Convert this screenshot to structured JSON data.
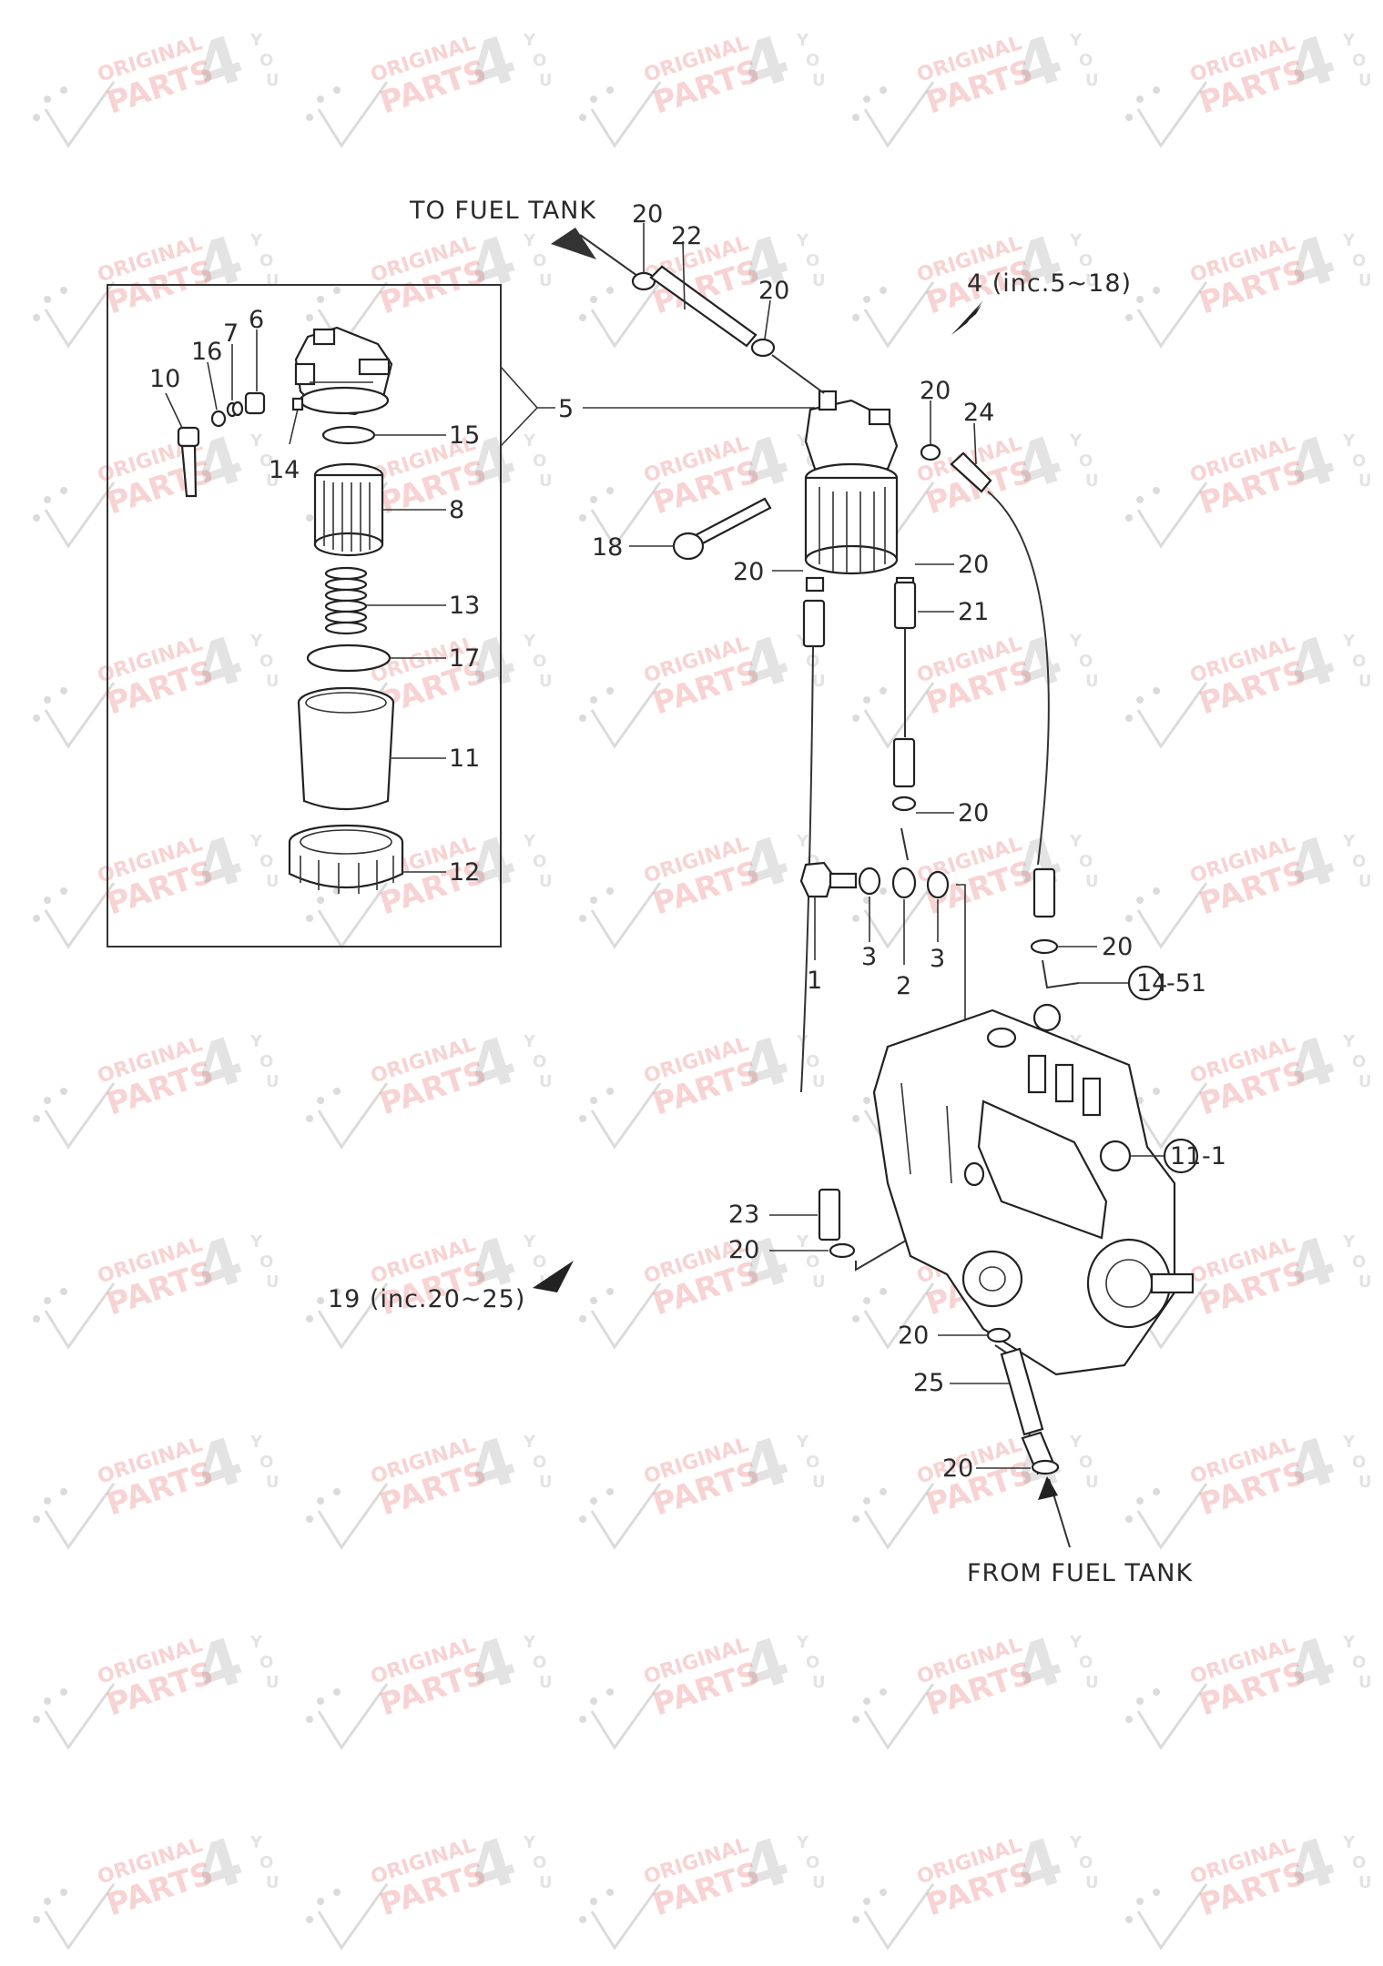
{
  "notes": {
    "to_tank": "TO FUEL TANK",
    "from_tank": "FROM FUEL TANK",
    "group_4": "4 (inc.5~18)",
    "group_19": "19 (inc.20~25)"
  },
  "labels": {
    "p1": "1",
    "p2": "2",
    "p3a": "3",
    "p3b": "3",
    "p5": "5",
    "p6": "6",
    "p7": "7",
    "p8": "8",
    "p10": "10",
    "p11": "11",
    "p12": "12",
    "p13": "13",
    "p14": "14",
    "p15": "15",
    "p16": "16",
    "p17": "17",
    "p18": "18",
    "p20": "20",
    "p21": "21",
    "p22": "22",
    "p23": "23",
    "p24": "24",
    "p25": "25",
    "ref_a": "14",
    "ref_a_suffix": "-51",
    "ref_b": "11",
    "ref_b_suffix": "-1"
  },
  "watermark": {
    "line1": "ORIGINAL",
    "line2": "PARTS",
    "num": "4",
    "y": "Y",
    "o": "O",
    "u": "U"
  },
  "colors": {
    "watermark_red": "#e43a3a",
    "ink": "#2a2a2a"
  }
}
